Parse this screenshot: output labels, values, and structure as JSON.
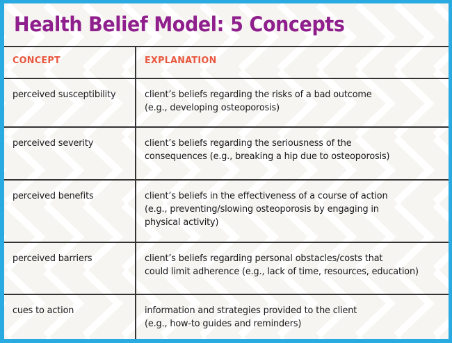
{
  "theme": {
    "border_color": "#29ABE2",
    "background_color": "#F7F5F1",
    "title_color": "#8E1F8C",
    "header_color": "#E8573F",
    "text_color": "#17171A",
    "rule_color": "#333333",
    "watermark_color": "#FFFFFF"
  },
  "title": "Health Belief Model: 5 Concepts",
  "table": {
    "columns": [
      "CONCEPT",
      "EXPLANATION"
    ],
    "rows": [
      {
        "concept": "perceived susceptibility",
        "explanation": "client’s beliefs regarding the risks of a bad outcome\n(e.g., developing osteoporosis)"
      },
      {
        "concept": "perceived severity",
        "explanation": "client’s beliefs regarding the seriousness of the\nconsequences (e.g., breaking a hip due to osteoporosis)"
      },
      {
        "concept": "perceived benefits",
        "explanation": "client’s beliefs in the effectiveness of a course of action\n(e.g., preventing/slowing osteoporosis by engaging in\nphysical activity)"
      },
      {
        "concept": "perceived barriers",
        "explanation": "client’s beliefs regarding personal obstacles/costs that\ncould limit adherence (e.g., lack of time, resources, education)"
      },
      {
        "concept": "cues to action",
        "explanation": "information and strategies provided to the client\n(e.g., how-to guides and reminders)"
      }
    ]
  }
}
